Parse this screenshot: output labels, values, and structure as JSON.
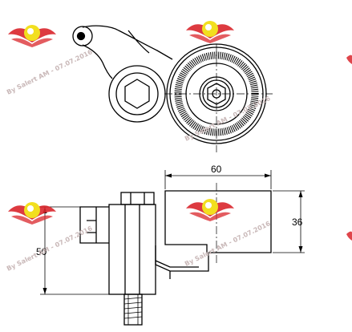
{
  "drawing": {
    "dimensions": {
      "width_label": "60",
      "height_label": "36",
      "depth_label": "50"
    }
  },
  "watermarks": {
    "text": "By Salert AM - 07.07.2016",
    "logo_colors": {
      "wing": "#d9252b",
      "ball": "#f2df1f",
      "face": "#ffffff"
    }
  },
  "colors": {
    "line": "#000000",
    "background": "#ffffff",
    "watermark_text": "#c9b8b8"
  }
}
